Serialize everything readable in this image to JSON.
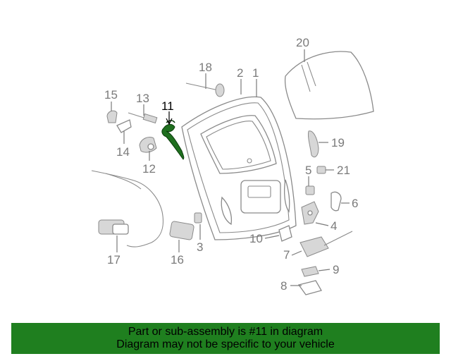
{
  "callouts": {
    "c1": "1",
    "c2": "2",
    "c3": "3",
    "c4": "4",
    "c5": "5",
    "c6": "6",
    "c7": "7",
    "c8": "8",
    "c9": "9",
    "c10": "10",
    "c11": "11",
    "c12": "12",
    "c13": "13",
    "c14": "14",
    "c15": "15",
    "c16": "16",
    "c17": "17",
    "c18": "18",
    "c19": "19",
    "c20": "20",
    "c21": "21"
  },
  "highlight_color": "#1f6f1f",
  "banner": {
    "background": "#1f7f1f",
    "line1": "Part or sub-assembly is #11 in diagram",
    "line2": "Diagram may not be specific to your vehicle"
  }
}
